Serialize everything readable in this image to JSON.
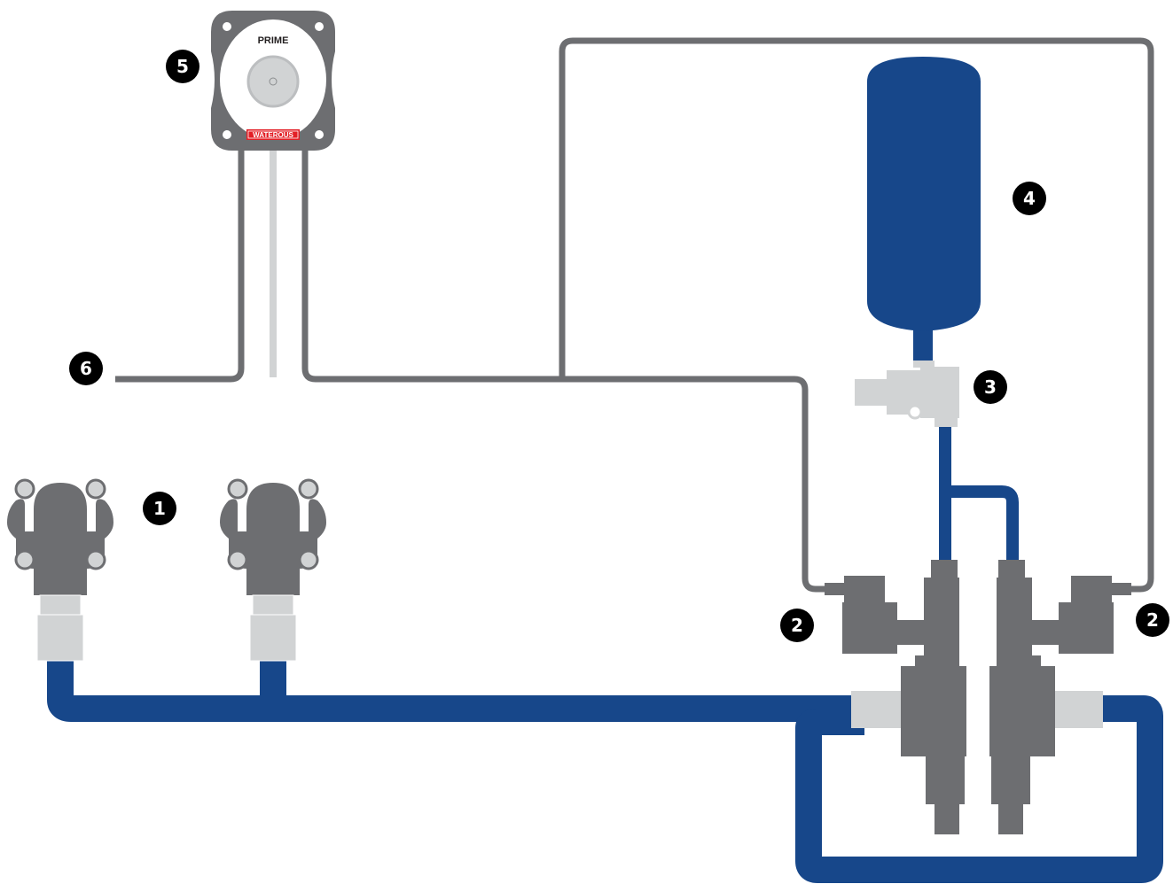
{
  "prime_button": {
    "label": "PRIME",
    "brand": "WATEROUS"
  },
  "callouts": [
    "1",
    "2",
    "2",
    "3",
    "4",
    "5",
    "6"
  ],
  "colors": {
    "water_line": "#17478a",
    "air_line": "#6d6e71",
    "fitting": "#d1d3d4",
    "component": "#6d6e71",
    "brand_red": "#e31f26",
    "callout": "#000000"
  }
}
